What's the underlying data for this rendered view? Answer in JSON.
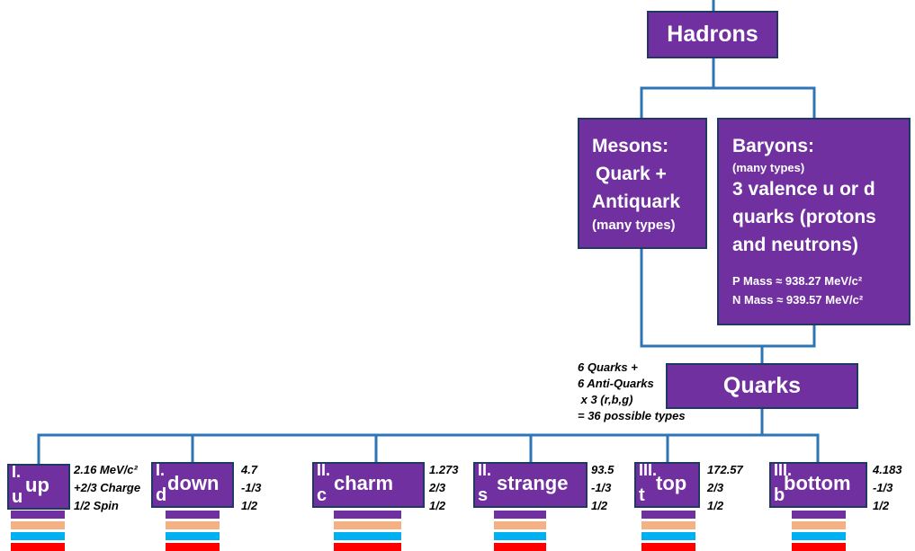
{
  "hadrons": {
    "label": "Hadrons"
  },
  "mesons": {
    "line1": "Mesons:",
    "line2": "Quark +",
    "line3": "Antiquark",
    "line4": "(many types)"
  },
  "baryons": {
    "line1": "Baryons:",
    "line2": "(many types)",
    "line3": "3 valence u or d",
    "line4": "quarks (protons",
    "line5": "and neutrons)",
    "p_mass": "P Mass  ≈  938.27 MeV/c²",
    "n_mass": "N Mass  ≈  939.57 MeV/c²"
  },
  "quarks": {
    "label": "Quarks",
    "note1": "6 Quarks +",
    "note2": "6 Anti-Quarks",
    "note3": " x 3 (r,b,g)",
    "note4": "= 36 possible types"
  },
  "quark_items": [
    {
      "gen": "I.",
      "symbol": "u",
      "name": "up",
      "mass": "2.16 MeV/c²",
      "charge": "+2/3 Charge",
      "spin": "1/2 Spin"
    },
    {
      "gen": "I.",
      "symbol": "d",
      "name": "down",
      "mass": "4.7",
      "charge": "-1/3",
      "spin": "1/2"
    },
    {
      "gen": "II.",
      "symbol": "c",
      "name": "charm",
      "mass": "1.273",
      "charge": "2/3",
      "spin": "1/2"
    },
    {
      "gen": "II.",
      "symbol": "s",
      "name": "strange",
      "mass": "93.5",
      "charge": "-1/3",
      "spin": "1/2"
    },
    {
      "gen": "III.",
      "symbol": "t",
      "name": "top",
      "mass": "172.57",
      "charge": "2/3",
      "spin": "1/2"
    },
    {
      "gen": "III.",
      "symbol": "b",
      "name": "bottom",
      "mass": "4.183",
      "charge": "-1/3",
      "spin": "1/2"
    }
  ],
  "colors": {
    "box": "#7030a0",
    "border": "#1f3864",
    "line": "#2e75b6",
    "stripes": [
      "#7030a0",
      "#f4b183",
      "#00b0f0",
      "#ff0000"
    ]
  }
}
